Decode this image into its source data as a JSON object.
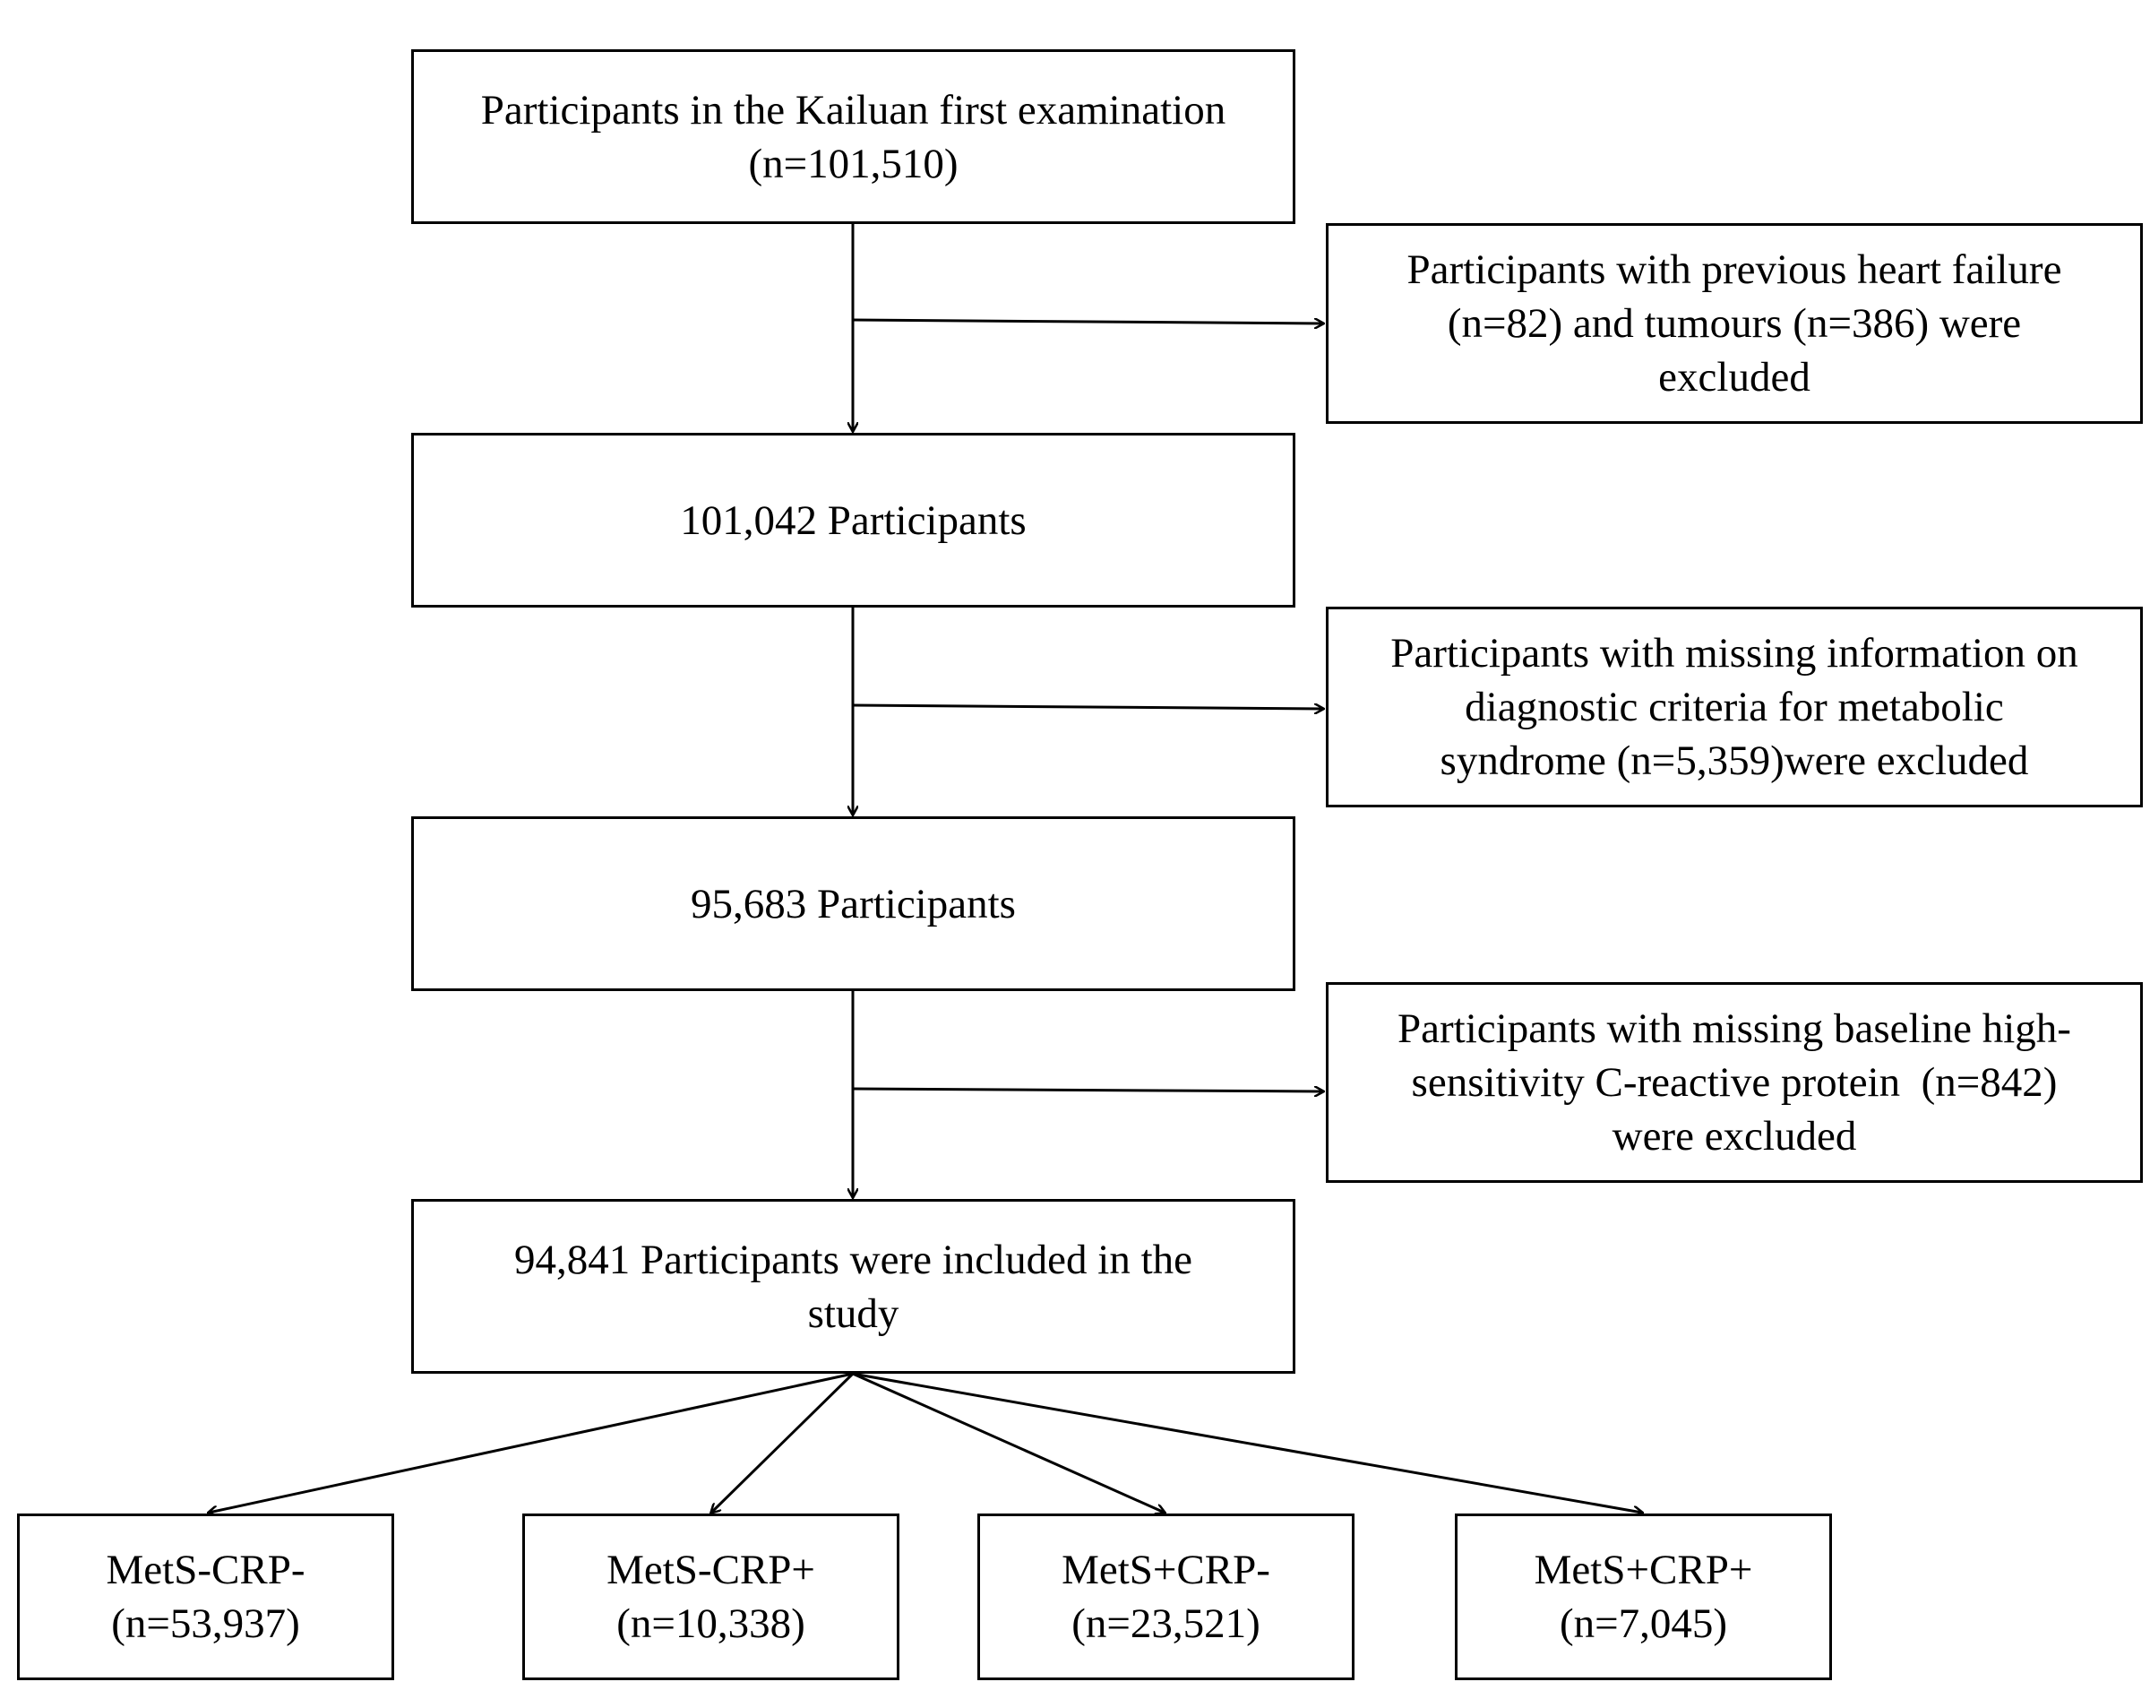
{
  "flow": {
    "start": {
      "lines": [
        "Participants in the Kailuan first examination",
        "(n=101,510)"
      ]
    },
    "step1": {
      "lines": [
        "101,042 Participants"
      ]
    },
    "step2": {
      "lines": [
        "95,683 Participants"
      ]
    },
    "final": {
      "lines": [
        "94,841 Participants were included in the",
        "study"
      ]
    }
  },
  "exclusions": [
    {
      "lines": [
        "Participants with previous heart failure",
        "(n=82) and tumours (n=386) were",
        "excluded"
      ]
    },
    {
      "lines": [
        "Participants with missing information on",
        "diagnostic criteria for metabolic",
        "syndrome (n=5,359)were excluded"
      ]
    },
    {
      "lines": [
        "Participants with missing baseline high-",
        "sensitivity C-reactive protein  (n=842)",
        "were excluded"
      ]
    }
  ],
  "groups": [
    {
      "label": "MetS-CRP-",
      "count": "(n=53,937)"
    },
    {
      "label": "MetS-CRP+",
      "count": "(n=10,338)"
    },
    {
      "label": "MetS+CRP-",
      "count": "(n=23,521)"
    },
    {
      "label": "MetS+CRP+",
      "count": "(n=7,045)"
    }
  ]
}
